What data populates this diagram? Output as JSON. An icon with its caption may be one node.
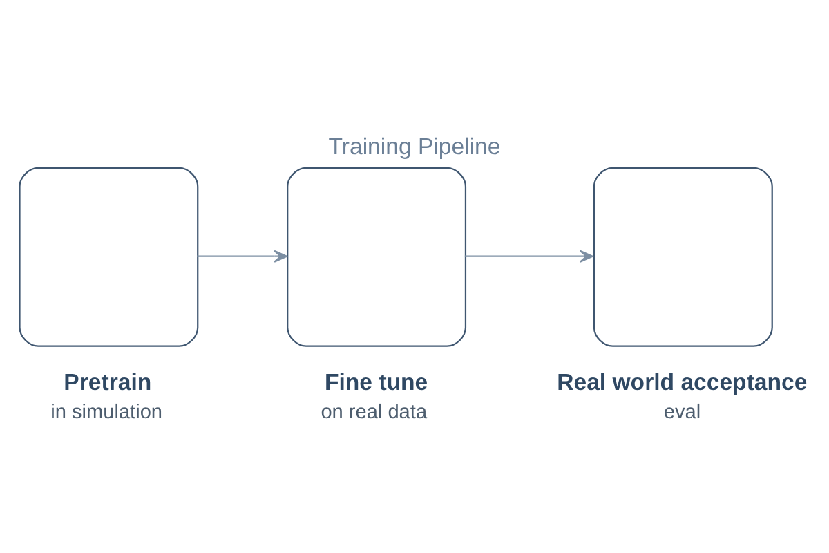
{
  "diagram": {
    "title": "Training Pipeline",
    "nodes": [
      {
        "text": [
          "Pretrain",
          "in simulation"
        ]
      },
      {
        "text": [
          "Fine tune",
          "on real data"
        ]
      },
      {
        "text": [
          "Real world acceptance",
          "eval"
        ]
      }
    ],
    "edges": [
      {
        "from": 0,
        "to": 1,
        "arrow": "to"
      },
      {
        "from": 1,
        "to": 2,
        "arrow": "to"
      }
    ]
  }
}
